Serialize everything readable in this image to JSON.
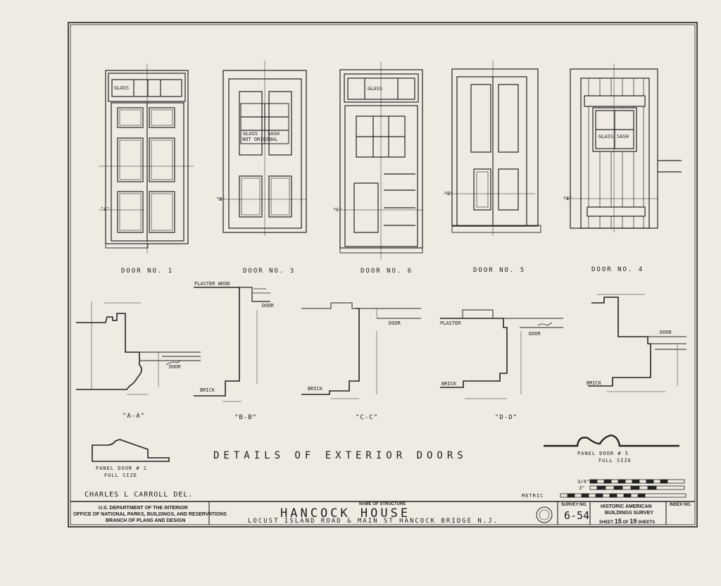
{
  "doors": [
    {
      "caption": "DOOR NO. 1",
      "labels": {
        "glass": "GLASS",
        "section": "\"A\""
      }
    },
    {
      "caption": "DOOR NO. 3",
      "labels": {
        "glass": "GLASS",
        "sash": "SASH",
        "note": "NOT ORIGINAL",
        "section": "\"B\""
      }
    },
    {
      "caption": "DOOR NO. 6",
      "labels": {
        "glass": "GLASS",
        "section": "\"C\""
      }
    },
    {
      "caption": "DOOR NO. 5",
      "labels": {
        "section": "\"D\""
      }
    },
    {
      "caption": "DOOR NO. 4",
      "labels": {
        "glass": "GLASS",
        "sash": "SASH",
        "section": "\"E\""
      }
    }
  ],
  "sections": [
    {
      "caption": "\"A-A\"",
      "door": "DOOR"
    },
    {
      "caption": "\"B-B\"",
      "top": "PLASTER  WOOD",
      "door": "DOOR",
      "brick": "BRICK"
    },
    {
      "caption": "\"C-C\"",
      "door": "DOOR",
      "brick": "BRICK"
    },
    {
      "caption": "\"D-D\"",
      "top": "PLASTER",
      "door": "DOOR",
      "brick": "BRICK"
    },
    {
      "caption": "",
      "door": "DOOR",
      "brick": "BRICK"
    }
  ],
  "sheet_title": "DETAILS   OF   EXTERIOR   DOORS",
  "profiles": {
    "left": {
      "line1": "PANEL DOOR # 1",
      "line2": "FULL SIZE"
    },
    "right": {
      "line1": "PANEL DOOR # 5",
      "line2": "FULL SIZE"
    }
  },
  "delineator": "CHARLES L CARROLL DEL.",
  "scale": {
    "label": "METRIC",
    "a": "3/4\"",
    "b": "3\""
  },
  "title_block": {
    "agency": [
      "U.S. DEPARTMENT OF THE INTERIOR",
      "OFFICE OF NATIONAL PARKS, BUILDINGS, AND RESERVATIONS",
      "BRANCH OF PLANS AND DESIGN"
    ],
    "structure_label": "NAME OF STRUCTURE",
    "structure_name": "HANCOCK   HOUSE",
    "address": "LOCUST ISLAND ROAD & MAIN ST  HANCOCK BRIDGE N.J.",
    "survey_label": "SURVEY NO.",
    "survey_no": "6-54",
    "habs": [
      "HISTORIC AMERICAN",
      "BUILDINGS SURVEY"
    ],
    "sheet_prefix": "SHEET",
    "sheet_no": "15",
    "sheet_of": "OF",
    "sheet_total": "19",
    "sheet_suffix": "SHEETS",
    "index_label": "INDEX NO."
  }
}
